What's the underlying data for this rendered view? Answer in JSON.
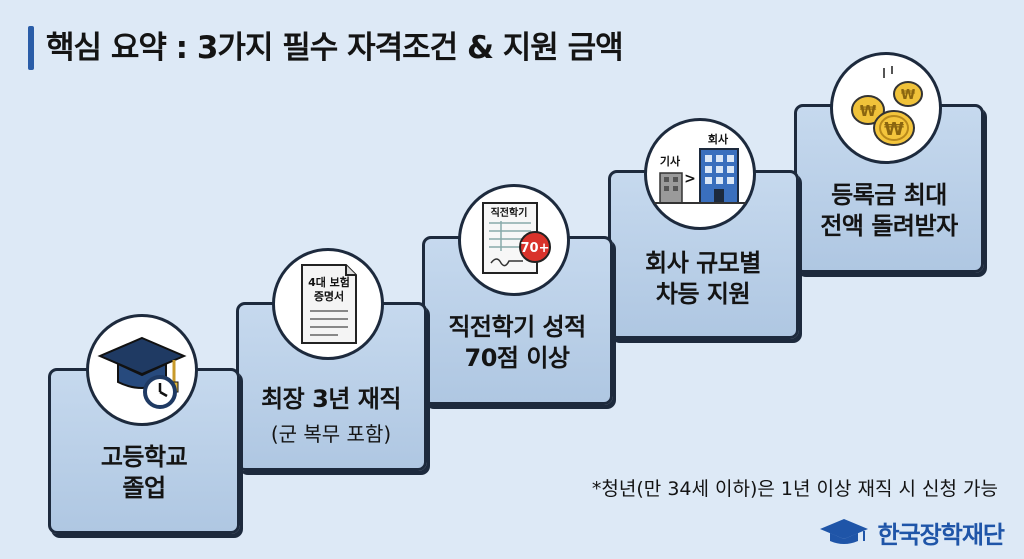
{
  "title": "핵심 요약 : 3가지 필수 자격조건 & 지원 금액",
  "steps": [
    {
      "line1": "고등학교",
      "line2": "졸업",
      "icon": "graduation-cap-clock-icon"
    },
    {
      "line1": "최장 3년 재직",
      "sub": "(군 복무 포함)",
      "icon": "insurance-certificate-icon",
      "doc_line1": "4대 보험",
      "doc_line2": "증명서"
    },
    {
      "line1": "직전학기 성적",
      "line2": "70점 이상",
      "icon": "grade-report-icon",
      "doc_title": "직전학기",
      "badge": "70+"
    },
    {
      "line1": "회사 규모별",
      "line2": "차등 지원",
      "icon": "company-size-icon",
      "small_label": "기사",
      "arrow": ">",
      "big_label": "회사"
    },
    {
      "line1": "등록금 최대",
      "line2": "전액 돌려받자",
      "icon": "won-coins-icon",
      "coin_symbol": "₩"
    }
  ],
  "note": "*청년(만 34세 이하)은 1년 이상 재직 시 신청 가능",
  "brand": {
    "name": "한국장학재단",
    "icon": "graduation-cap-logo-icon"
  },
  "colors": {
    "accent": "#2a5da8",
    "step_fill": "#b8cfe8",
    "outline": "#1d2a3d",
    "brand": "#1f55a8",
    "badge": "#d9332b"
  }
}
